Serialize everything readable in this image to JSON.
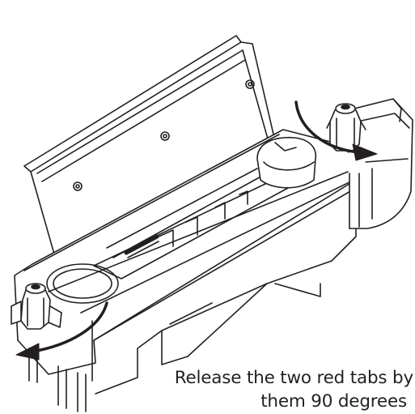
{
  "caption": {
    "line1": "Release the two red tabs by",
    "line2": "them 90 degrees"
  },
  "colors": {
    "line": "#231f20",
    "background": "#ffffff"
  },
  "arrows": [
    {
      "id": "right-tab",
      "direction": "clockwise"
    },
    {
      "id": "left-tab",
      "direction": "counter-clockwise"
    }
  ]
}
